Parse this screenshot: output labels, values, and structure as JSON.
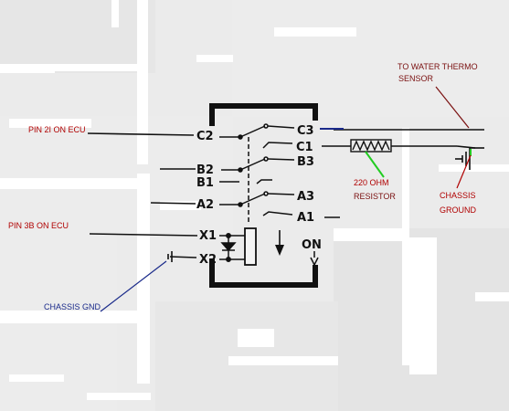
{
  "relay": {
    "terminals": {
      "c2": "C2",
      "c3": "C3",
      "c1": "C1",
      "b2": "B2",
      "b3": "B3",
      "b1": "B1",
      "a2": "A2",
      "a3": "A3",
      "a1": "A1",
      "x1": "X1",
      "x2": "X2",
      "on": "ON"
    }
  },
  "annotations": {
    "pin21": "PIN 2I ON ECU",
    "pin3b": "PIN 3B ON ECU",
    "chassis_gnd": "CHASSIS GND",
    "thermo_line1": "TO WATER THERMO",
    "thermo_line2": "SENSOR",
    "resistor_line1": "220 OHM",
    "resistor_line2": "RESISTOR",
    "chassis_ground_line1": "CHASSIS",
    "chassis_ground_line2": "GROUND"
  },
  "colors": {
    "red_note": "#b00000",
    "blue_note": "#1a2a8a",
    "green_pointer": "#22cc22",
    "blue_pointer": "#1a2a8a"
  }
}
